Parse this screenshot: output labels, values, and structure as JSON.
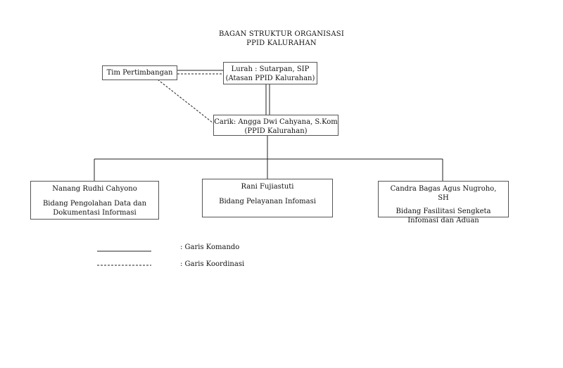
{
  "title": {
    "line1": "BAGAN STRUKTUR ORGANISASI",
    "line2": "PPID KALURAHAN"
  },
  "nodes": {
    "lurah": {
      "line1": "Lurah : Sutarpan, SIP",
      "line2": "(Atasan PPID Kalurahan)"
    },
    "tim": {
      "line1": "Tim Pertimbangan"
    },
    "carik": {
      "line1": "Carik: Angga Dwi Cahyana, S.Kom",
      "line2": "(PPID Kalurahan)"
    },
    "nanang": {
      "name": "Nanang Rudhi Cahyono",
      "role": "Bidang Pengolahan Data dan Dokumentasi Informasi"
    },
    "rani": {
      "name": "Rani Fujiastuti",
      "role": "Bidang Pelayanan Infomasi"
    },
    "candra": {
      "name": "Candra Bagas Agus Nugroho, SH",
      "role": "Bidang Fasilitasi Sengketa Infomasi dan Aduan"
    }
  },
  "legend": {
    "komando": ": Garis Komando",
    "koordinasi": ": Garis Koordinasi"
  },
  "colors": {
    "line": "#222222",
    "border": "#555555"
  }
}
